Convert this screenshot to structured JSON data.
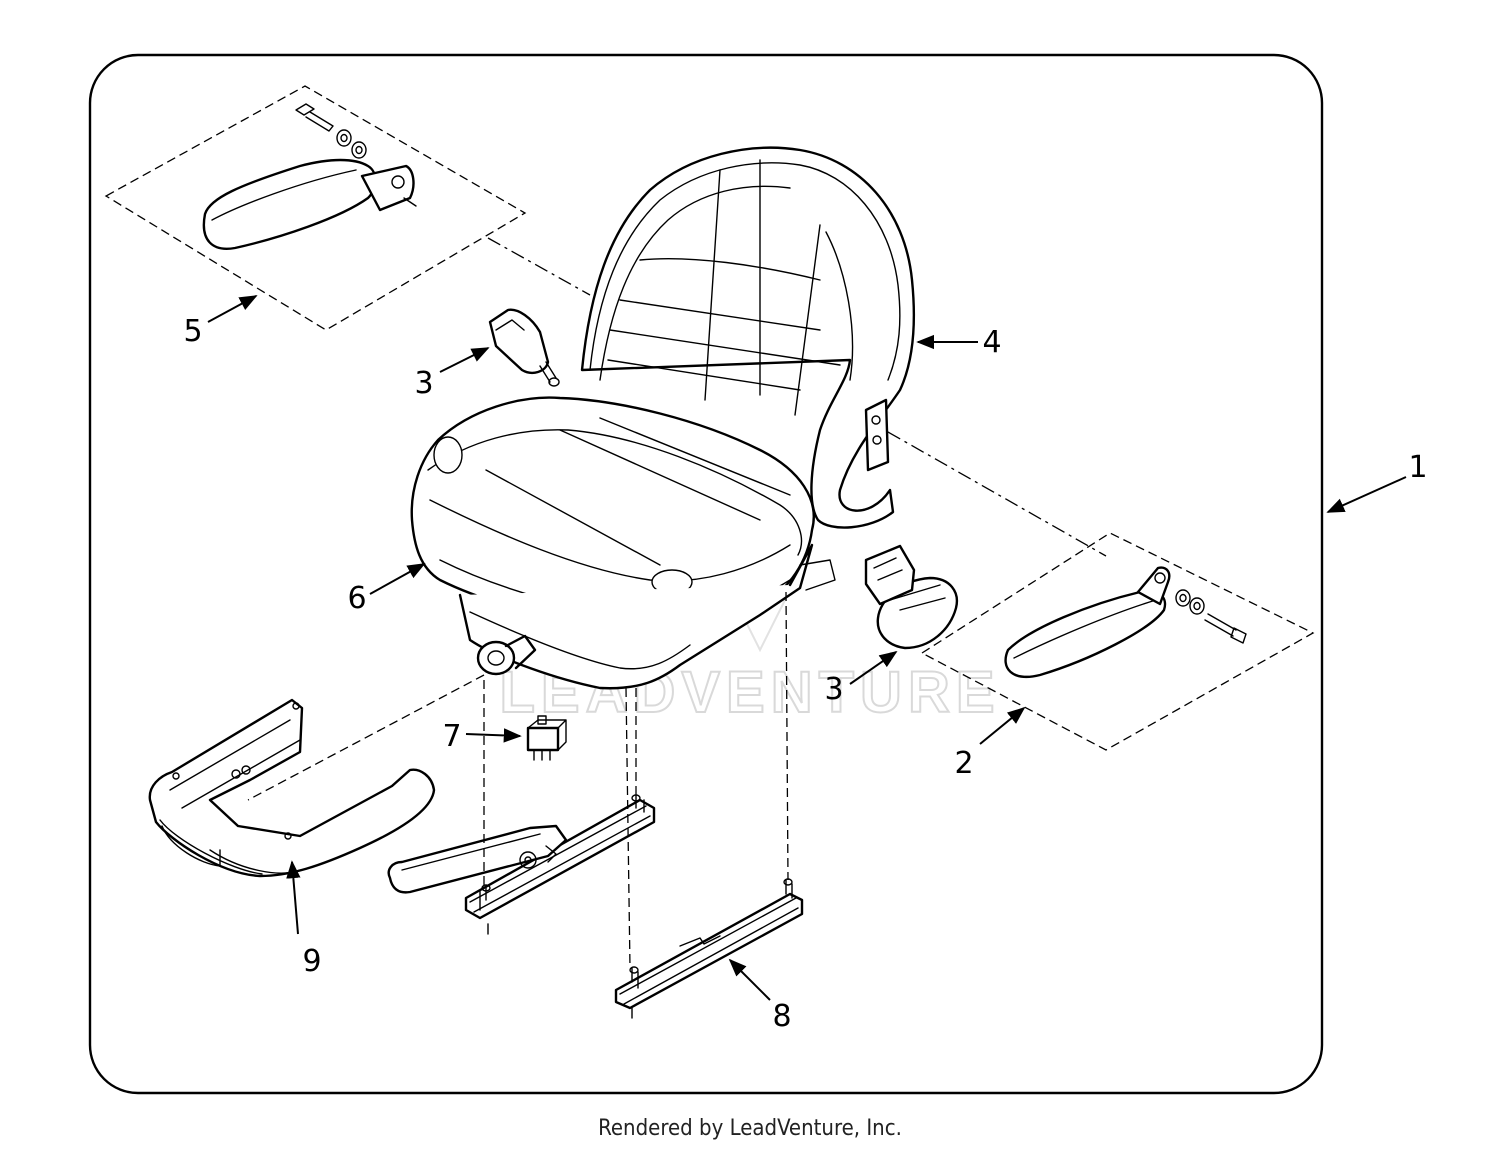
{
  "callouts": [
    {
      "id": "1",
      "label": "1"
    },
    {
      "id": "2",
      "label": "2"
    },
    {
      "id": "3a",
      "label": "3"
    },
    {
      "id": "3b",
      "label": "3"
    },
    {
      "id": "4",
      "label": "4"
    },
    {
      "id": "5",
      "label": "5"
    },
    {
      "id": "6",
      "label": "6"
    },
    {
      "id": "7",
      "label": "7"
    },
    {
      "id": "8",
      "label": "8"
    },
    {
      "id": "9",
      "label": "9"
    }
  ],
  "watermark": "LEADVENTURE",
  "footer": "Rendered by LeadVenture, Inc."
}
